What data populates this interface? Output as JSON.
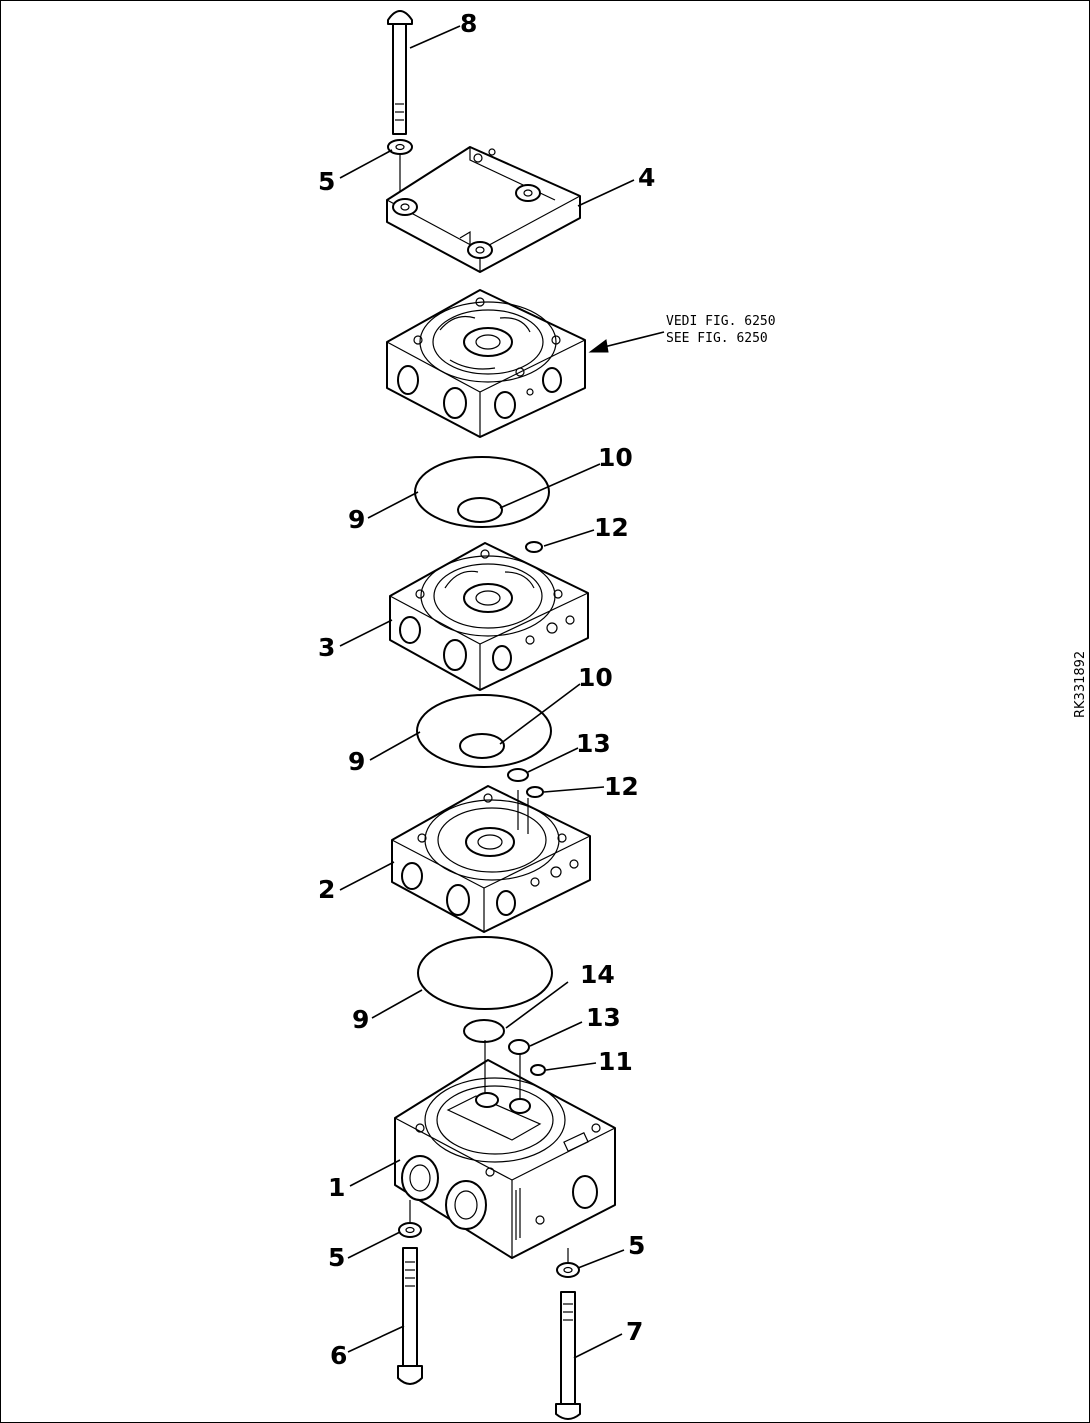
{
  "drawing": {
    "reference_note": [
      "VEDI FIG. 6250",
      "SEE FIG. 6250"
    ],
    "drawing_code": "RK331892"
  },
  "callouts": [
    {
      "id": "c8",
      "label": "8"
    },
    {
      "id": "c5a",
      "label": "5"
    },
    {
      "id": "c4",
      "label": "4"
    },
    {
      "id": "c10a",
      "label": "10"
    },
    {
      "id": "c9a",
      "label": "9"
    },
    {
      "id": "c12a",
      "label": "12"
    },
    {
      "id": "c3",
      "label": "3"
    },
    {
      "id": "c10b",
      "label": "10"
    },
    {
      "id": "c9b",
      "label": "9"
    },
    {
      "id": "c13a",
      "label": "13"
    },
    {
      "id": "c12b",
      "label": "12"
    },
    {
      "id": "c2",
      "label": "2"
    },
    {
      "id": "c14",
      "label": "14"
    },
    {
      "id": "c9c",
      "label": "9"
    },
    {
      "id": "c13b",
      "label": "13"
    },
    {
      "id": "c11",
      "label": "11"
    },
    {
      "id": "c1",
      "label": "1"
    },
    {
      "id": "c5b",
      "label": "5"
    },
    {
      "id": "c5c",
      "label": "5"
    },
    {
      "id": "c6",
      "label": "6"
    },
    {
      "id": "c7",
      "label": "7"
    }
  ]
}
